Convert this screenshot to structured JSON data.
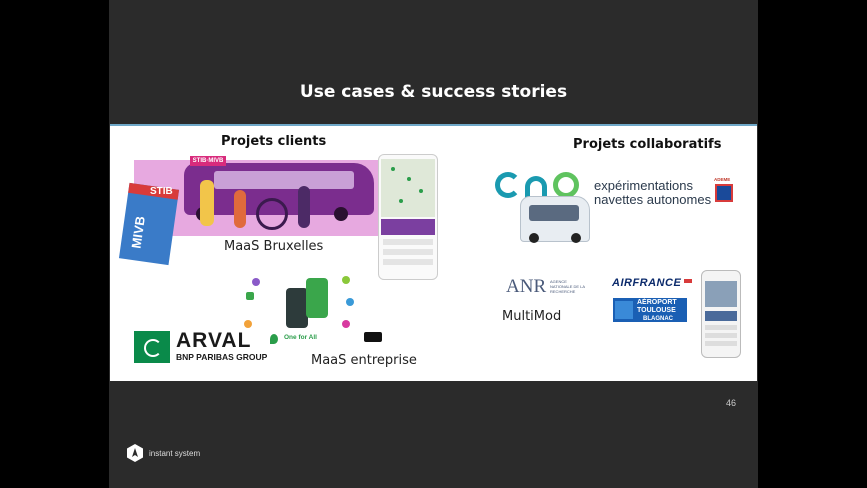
{
  "slide": {
    "title": "Use cases & success stories",
    "page_number": "46",
    "brand": "instant system"
  },
  "left": {
    "title": "Projets clients",
    "maas_bruxelles": "MaaS Bruxelles",
    "stib_label": "STIB",
    "mivb_label": "MIVB",
    "stib_mivb_label": "STIB·MIVB",
    "maas_entreprise": "MaaS entreprise",
    "one_for_all": "One for All",
    "arval_name": "ARVAL",
    "arval_sub": "BNP PARIBAS GROUP"
  },
  "right": {
    "title": "Projets collaboratifs",
    "eno_line1": "expérimentations",
    "eno_line2": "navettes autonomes",
    "ademe": "ADEME",
    "anr": "ANR",
    "anr_sub": "AGENCE NATIONALE DE LA RECHERCHE",
    "multimod": "MultiMod",
    "airfrance": "AIRFRANCE",
    "aeroport_line1": "AÉROPORT",
    "aeroport_line2": "TOULOUSE",
    "aeroport_line3": "BLAGNAC"
  },
  "colors": {
    "slide_bg": "#2b2b2b",
    "stib_purple": "#b23db8",
    "mivb_blue": "#3a7bc8",
    "arval_green": "#0a8a4a",
    "eno_teal": "#1a9ab0",
    "eno_green": "#5fc35f",
    "airfrance_blue": "#0b2a6b"
  }
}
